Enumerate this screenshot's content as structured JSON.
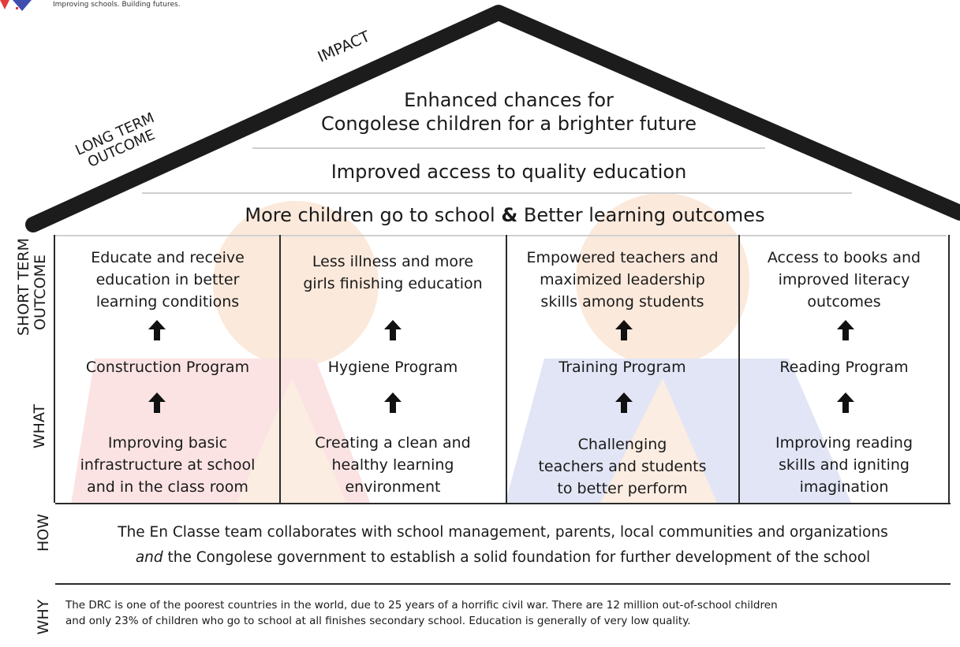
{
  "header": {
    "tagline": "Improving schools. Building futures."
  },
  "roof_labels": {
    "impact": "IMPACT",
    "long_term_line1": "LONG TERM",
    "long_term_line2": "OUTCOME"
  },
  "impact_line1": "Enhanced chances for",
  "impact_line2": "Congolese children for a brighter future",
  "long_term_outcome": "Improved access to quality education",
  "goals": {
    "left": "More children go to school",
    "amp": "&",
    "right": "Better learning outcomes"
  },
  "side_labels": {
    "short_term_1": "SHORT TERM",
    "short_term_2": "OUTCOME",
    "what": "WHAT",
    "how": "HOW",
    "why": "WHY"
  },
  "columns": [
    {
      "outcome": [
        "Educate and receive",
        "education in better",
        "learning conditions"
      ],
      "program": "Construction Program",
      "approach": [
        "Improving basic",
        "infrastructure at school",
        "and in the class room"
      ]
    },
    {
      "outcome": [
        "Less illness and more",
        "girls finishing education"
      ],
      "program": "Hygiene Program",
      "approach": [
        "Creating a clean and",
        "healthy learning",
        "environment"
      ]
    },
    {
      "outcome": [
        "Empowered teachers and",
        "maximized leadership",
        "skills among students"
      ],
      "program": "Training Program",
      "approach": [
        "Challenging",
        "teachers and students",
        "to better perform"
      ]
    },
    {
      "outcome": [
        "Access to books and",
        "improved literacy",
        "outcomes"
      ],
      "program": "Reading Program",
      "approach": [
        "Improving reading",
        "skills and igniting",
        "imagination"
      ]
    }
  ],
  "how": {
    "line1": "The En Classe team collaborates with school management, parents, local communities and organizations",
    "line2_em": "and",
    "line2_rest": " the Congolese government to establish a solid foundation for further development of the school"
  },
  "why": {
    "line1": "The DRC is one of the poorest countries in the world, due to 25 years of a horrific civil war.  There are 12 million out-of-school children",
    "line2": "and only 23% of children who go to school at all finishes secondary school. Education is generally of very low quality."
  },
  "colors": {
    "roof": "#1c1c1c",
    "watermark_orange": "#f3b27a",
    "watermark_blue": "#9aa4d9",
    "watermark_pink": "#f2a6a6"
  }
}
